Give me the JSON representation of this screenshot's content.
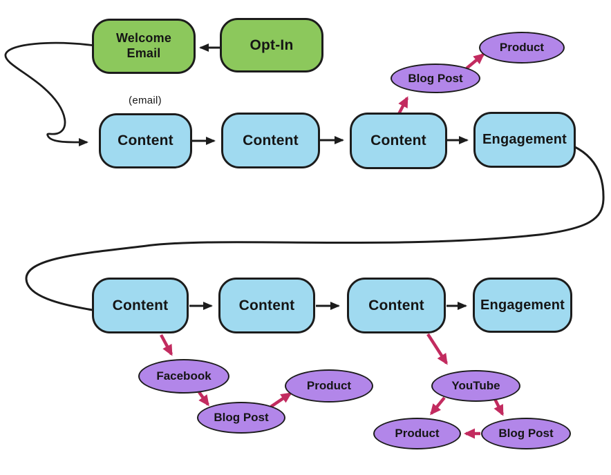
{
  "colors": {
    "stage_green": "#8cc85c",
    "stage_blue": "#a0daf0",
    "channel_purple": "#b286e9",
    "flow_pink": "#c22b5f",
    "line_black": "#1c1c1c"
  },
  "annotation": {
    "email_note": "(email)"
  },
  "nodes": {
    "welcome_email": {
      "label": "Welcome Email"
    },
    "opt_in": {
      "label": "Opt-In"
    },
    "content_1": {
      "label": "Content"
    },
    "content_2": {
      "label": "Content"
    },
    "content_3": {
      "label": "Content"
    },
    "engagement_1": {
      "label": "Engagement"
    },
    "content_4": {
      "label": "Content"
    },
    "content_5": {
      "label": "Content"
    },
    "content_6": {
      "label": "Content"
    },
    "engagement_2": {
      "label": "Engagement"
    },
    "blog_post_1": {
      "label": "Blog Post"
    },
    "product_1": {
      "label": "Product"
    },
    "facebook": {
      "label": "Facebook"
    },
    "blog_post_2": {
      "label": "Blog Post"
    },
    "product_2": {
      "label": "Product"
    },
    "youtube": {
      "label": "YouTube"
    },
    "product_3": {
      "label": "Product"
    },
    "blog_post_3": {
      "label": "Blog Post"
    }
  },
  "edges": [
    {
      "from": "opt_in",
      "to": "welcome_email",
      "style": "black-arrow"
    },
    {
      "from": "welcome_email",
      "to": "content_1",
      "style": "black-curved-loop-arrow"
    },
    {
      "from": "content_1",
      "to": "content_2",
      "style": "black-arrow"
    },
    {
      "from": "content_2",
      "to": "content_3",
      "style": "black-arrow"
    },
    {
      "from": "content_3",
      "to": "engagement_1",
      "style": "black-arrow"
    },
    {
      "from": "content_3",
      "to": "blog_post_1",
      "style": "pink-arrow"
    },
    {
      "from": "blog_post_1",
      "to": "product_1",
      "style": "pink-arrow"
    },
    {
      "from": "engagement_1",
      "to": "content_4",
      "style": "black-curved-loop"
    },
    {
      "from": "content_4",
      "to": "content_5",
      "style": "black-arrow"
    },
    {
      "from": "content_5",
      "to": "content_6",
      "style": "black-arrow"
    },
    {
      "from": "content_6",
      "to": "engagement_2",
      "style": "black-arrow"
    },
    {
      "from": "content_4",
      "to": "facebook",
      "style": "pink-arrow"
    },
    {
      "from": "facebook",
      "to": "blog_post_2",
      "style": "pink-arrow"
    },
    {
      "from": "blog_post_2",
      "to": "product_2",
      "style": "pink-arrow"
    },
    {
      "from": "content_6",
      "to": "youtube",
      "style": "pink-arrow"
    },
    {
      "from": "youtube",
      "to": "product_3",
      "style": "pink-arrow"
    },
    {
      "from": "youtube",
      "to": "blog_post_3",
      "style": "pink-arrow"
    },
    {
      "from": "blog_post_3",
      "to": "product_3",
      "style": "pink-arrow"
    }
  ]
}
